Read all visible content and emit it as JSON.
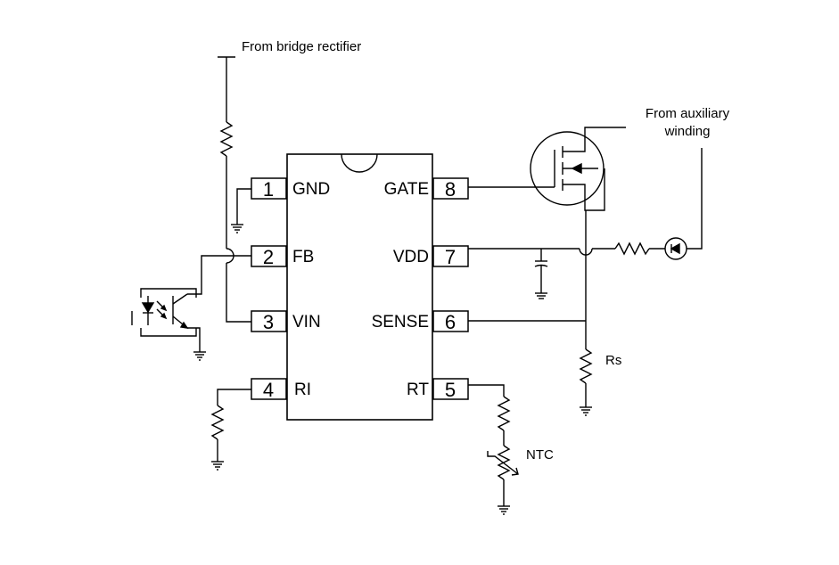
{
  "labels": {
    "bridge": "From bridge rectifier",
    "aux_line1": "From auxiliary",
    "aux_line2": "winding",
    "rs": "Rs",
    "ntc": "NTC"
  },
  "pins": {
    "p1": {
      "num": "1",
      "name": "GND"
    },
    "p2": {
      "num": "2",
      "name": "FB"
    },
    "p3": {
      "num": "3",
      "name": "VIN"
    },
    "p4": {
      "num": "4",
      "name": "RI"
    },
    "p5": {
      "num": "5",
      "name": "RT"
    },
    "p6": {
      "num": "6",
      "name": "SENSE"
    },
    "p7": {
      "num": "7",
      "name": "VDD"
    },
    "p8": {
      "num": "8",
      "name": "GATE"
    }
  }
}
